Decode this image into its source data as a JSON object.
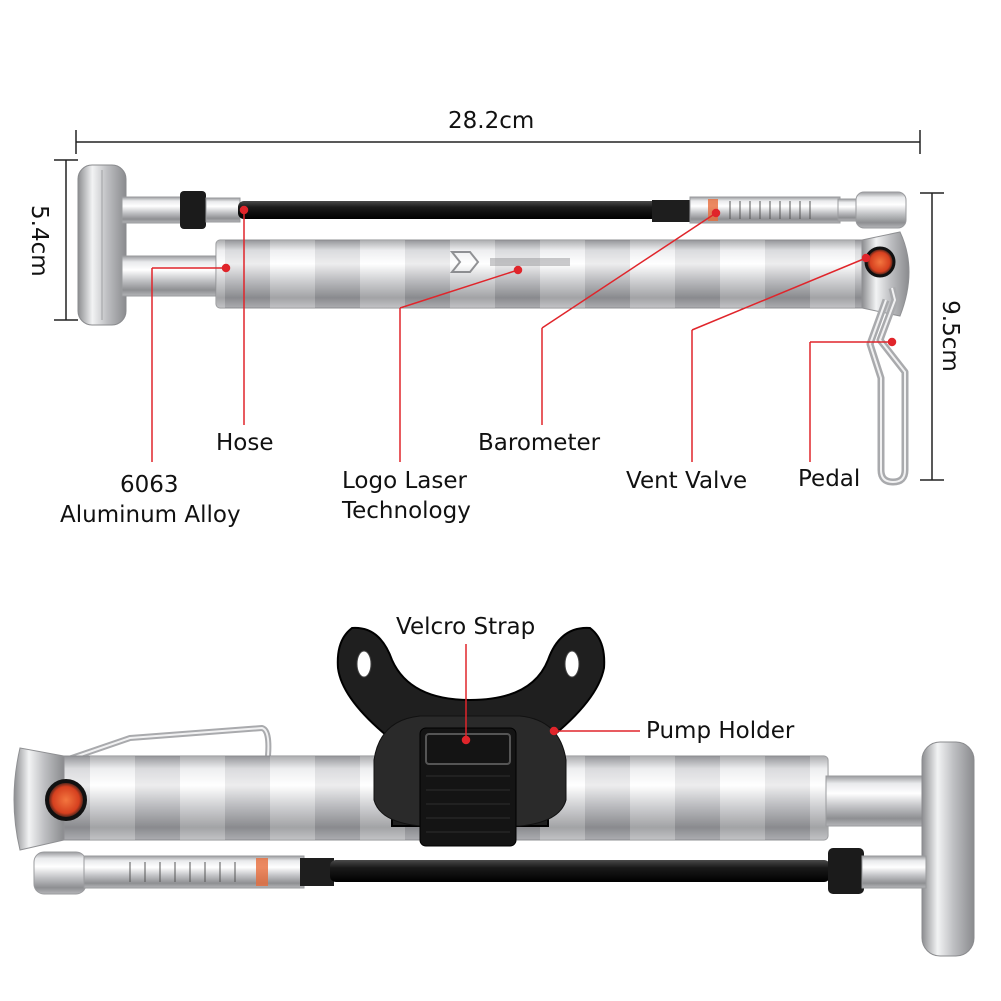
{
  "dimensions": {
    "length": "28.2cm",
    "height_left": "5.4cm",
    "height_right": "9.5cm"
  },
  "labels": {
    "hose": "Hose",
    "alloy_line1": "6063",
    "alloy_line2": "Aluminum Alloy",
    "logo_line1": "Logo Laser",
    "logo_line2": "Technology",
    "barometer": "Barometer",
    "vent_valve": "Vent Valve",
    "pedal": "Pedal",
    "velcro": "Velcro Strap",
    "holder": "Pump Holder"
  },
  "colors": {
    "callout": "#e0252b",
    "metal": "#c8c9cb",
    "dark": "#1d1d1d",
    "valve": "#e8552a"
  }
}
